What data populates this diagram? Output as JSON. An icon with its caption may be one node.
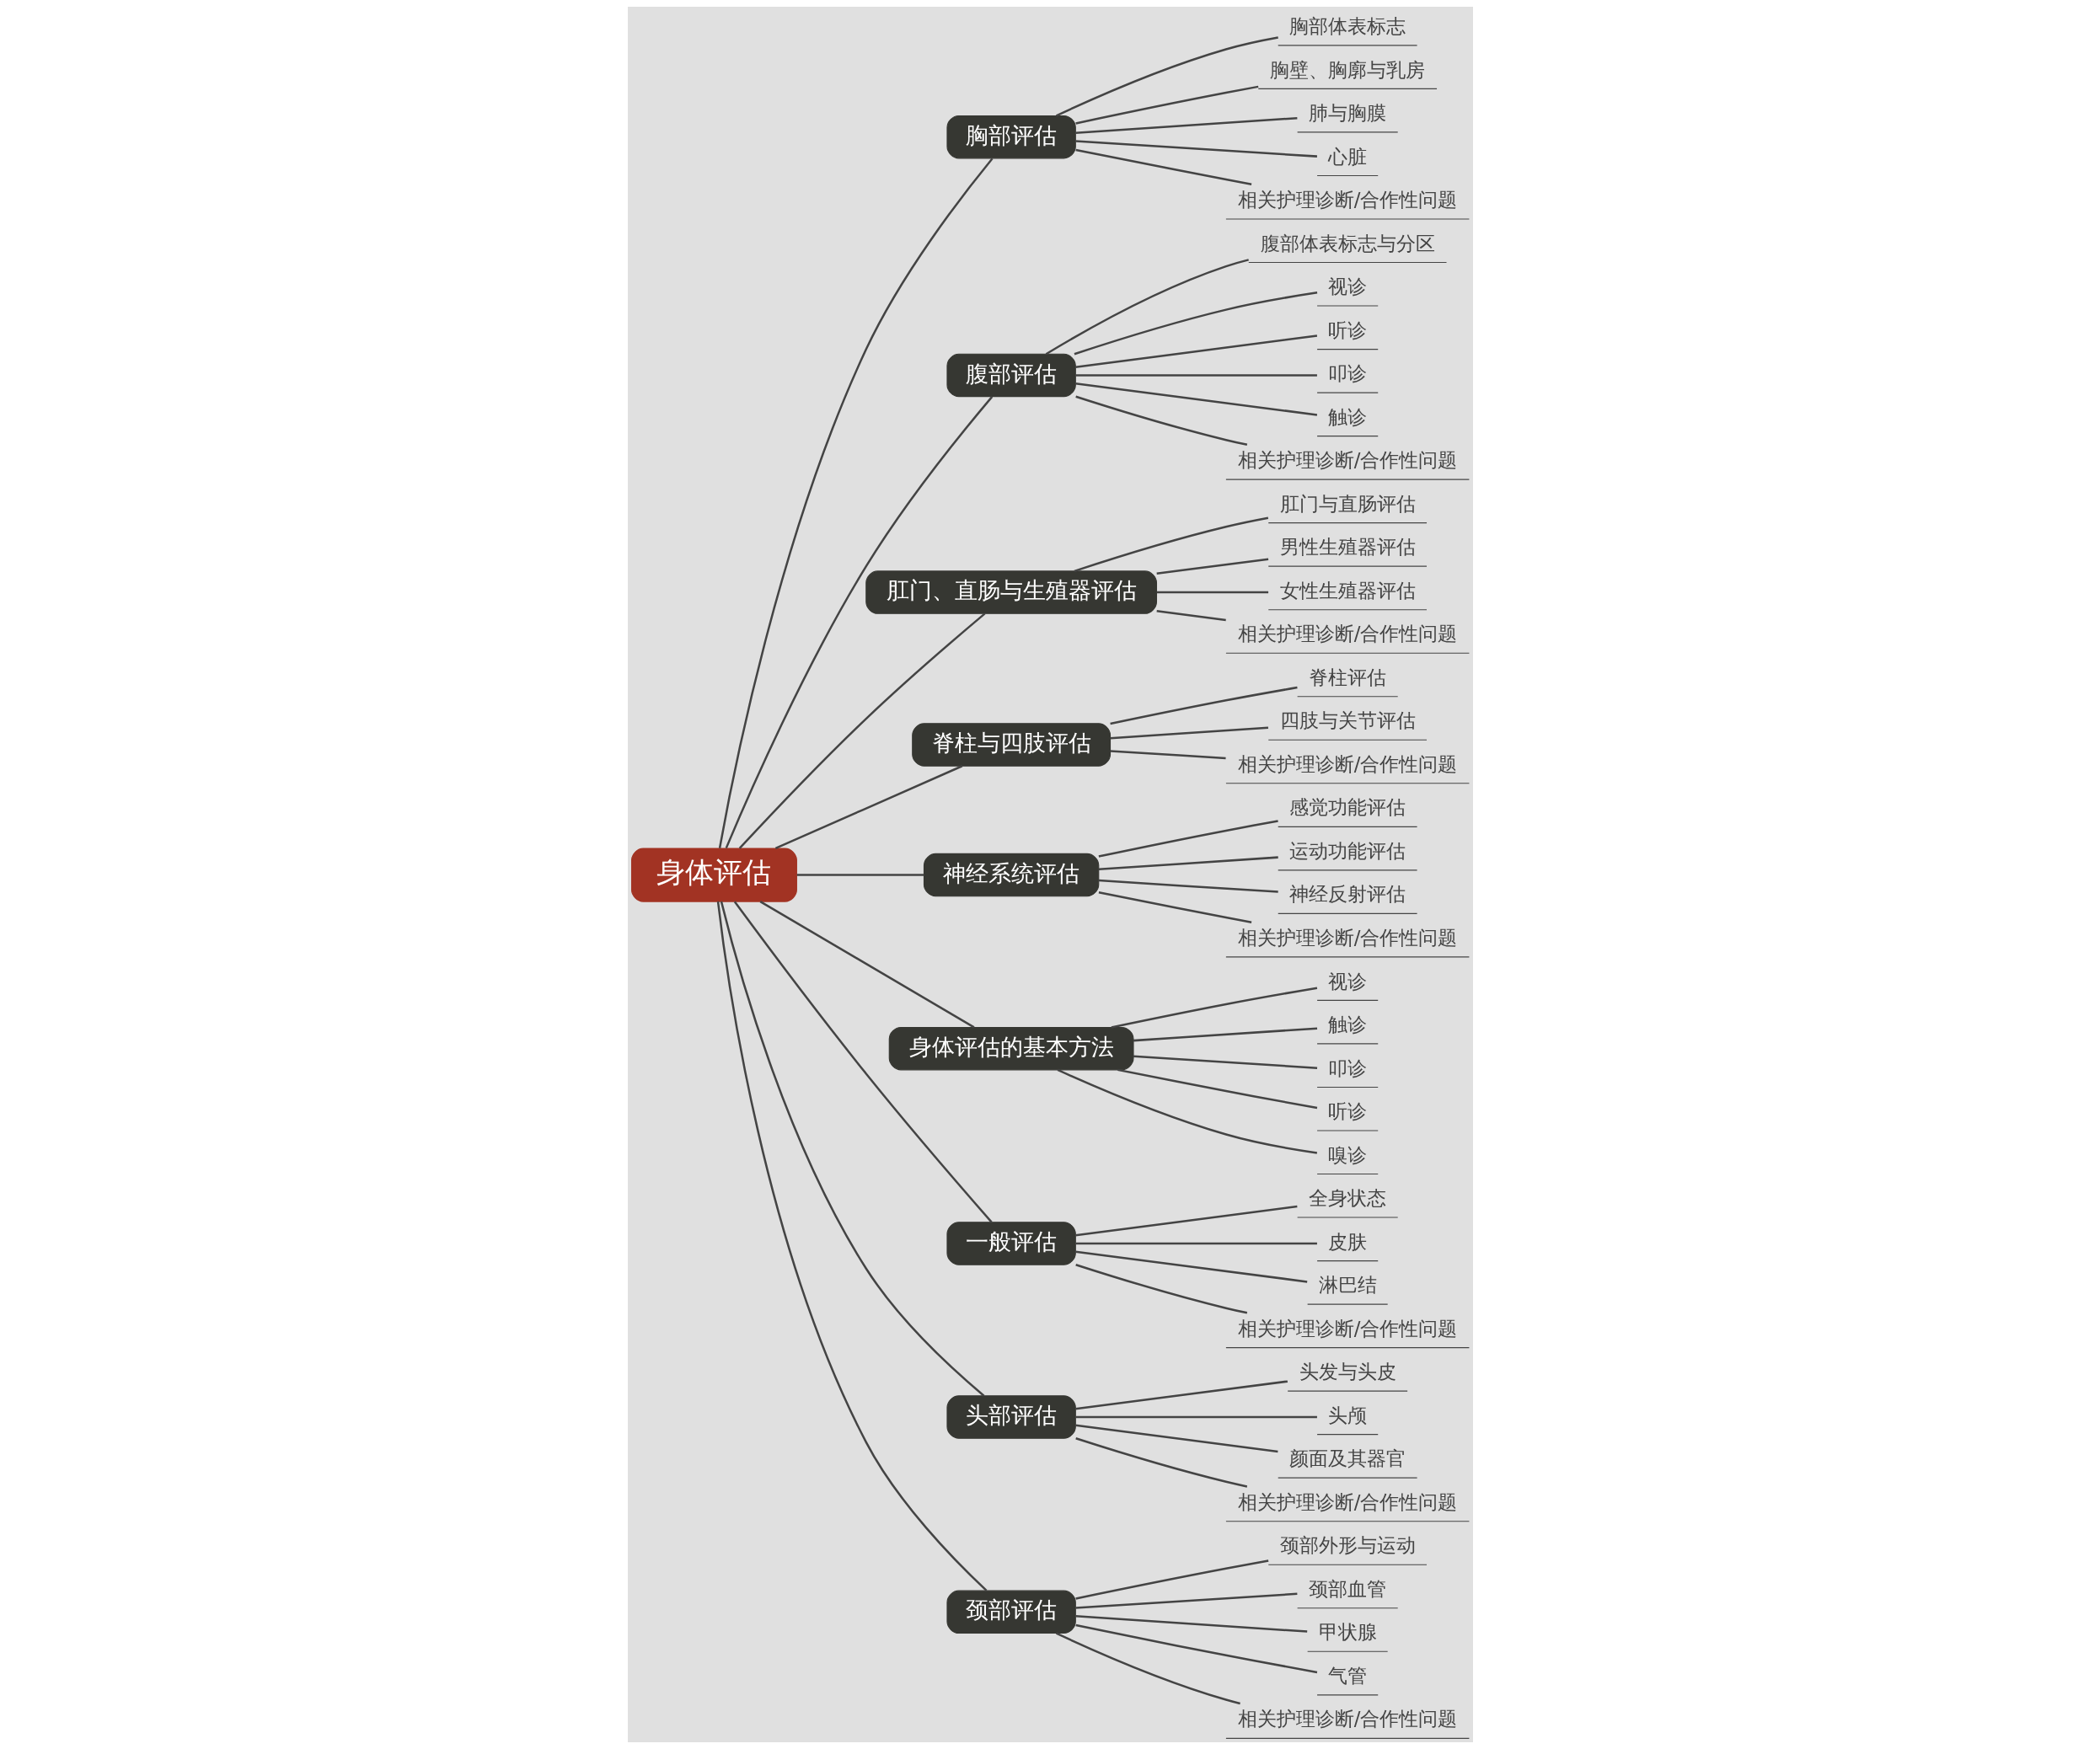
{
  "diagram": {
    "nodes": [
      {
        "text": [
          "身体评估"
        ]
      },
      {
        "text": [
          "胸部评估"
        ]
      },
      {
        "text": [
          "胸部体表标志"
        ]
      },
      {
        "text": [
          "胸壁、胸廓与乳房"
        ]
      },
      {
        "text": [
          "肺与胸膜"
        ]
      },
      {
        "text": [
          "心脏"
        ]
      },
      {
        "text": [
          "相关护理诊断/合作性问题"
        ]
      },
      {
        "text": [
          "腹部评估"
        ]
      },
      {
        "text": [
          "腹部体表标志与分区"
        ]
      },
      {
        "text": [
          "视诊"
        ]
      },
      {
        "text": [
          "听诊"
        ]
      },
      {
        "text": [
          "叩诊"
        ]
      },
      {
        "text": [
          "触诊"
        ]
      },
      {
        "text": [
          "相关护理诊断/合作性问题"
        ]
      },
      {
        "text": [
          "肛门、直肠与生殖器评估"
        ]
      },
      {
        "text": [
          "肛门与直肠评估"
        ]
      },
      {
        "text": [
          "男性生殖器评估"
        ]
      },
      {
        "text": [
          "女性生殖器评估"
        ]
      },
      {
        "text": [
          "相关护理诊断/合作性问题"
        ]
      },
      {
        "text": [
          "脊柱与四肢评估"
        ]
      },
      {
        "text": [
          "脊柱评估"
        ]
      },
      {
        "text": [
          "四肢与关节评估"
        ]
      },
      {
        "text": [
          "相关护理诊断/合作性问题"
        ]
      },
      {
        "text": [
          "神经系统评估"
        ]
      },
      {
        "text": [
          "感觉功能评估"
        ]
      },
      {
        "text": [
          "运动功能评估"
        ]
      },
      {
        "text": [
          "神经反射评估"
        ]
      },
      {
        "text": [
          "相关护理诊断/合作性问题"
        ]
      },
      {
        "text": [
          "身体评估的基本方法"
        ]
      },
      {
        "text": [
          "视诊"
        ]
      },
      {
        "text": [
          "触诊"
        ]
      },
      {
        "text": [
          "叩诊"
        ]
      },
      {
        "text": [
          "听诊"
        ]
      },
      {
        "text": [
          "嗅诊"
        ]
      },
      {
        "text": [
          "一般评估"
        ]
      },
      {
        "text": [
          "全身状态"
        ]
      },
      {
        "text": [
          "皮肤"
        ]
      },
      {
        "text": [
          "淋巴结"
        ]
      },
      {
        "text": [
          "相关护理诊断/合作性问题"
        ]
      },
      {
        "text": [
          "头部评估"
        ]
      },
      {
        "text": [
          "头发与头皮"
        ]
      },
      {
        "text": [
          "头颅"
        ]
      },
      {
        "text": [
          "颜面及其器官"
        ]
      },
      {
        "text": [
          "相关护理诊断/合作性问题"
        ]
      },
      {
        "text": [
          "颈部评估"
        ]
      },
      {
        "text": [
          "颈部外形与运动"
        ]
      },
      {
        "text": [
          "颈部血管"
        ]
      },
      {
        "text": [
          "甲状腺"
        ]
      },
      {
        "text": [
          "气管"
        ]
      },
      {
        "text": [
          "相关护理诊断/合作性问题"
        ]
      }
    ],
    "edges": [
      {
        "from": 0,
        "to": 1,
        "arrow": "none"
      },
      {
        "from": 1,
        "to": 2,
        "arrow": "none"
      },
      {
        "from": 1,
        "to": 3,
        "arrow": "none"
      },
      {
        "from": 1,
        "to": 4,
        "arrow": "none"
      },
      {
        "from": 1,
        "to": 5,
        "arrow": "none"
      },
      {
        "from": 1,
        "to": 6,
        "arrow": "none"
      },
      {
        "from": 0,
        "to": 7,
        "arrow": "none"
      },
      {
        "from": 7,
        "to": 8,
        "arrow": "none"
      },
      {
        "from": 7,
        "to": 9,
        "arrow": "none"
      },
      {
        "from": 7,
        "to": 10,
        "arrow": "none"
      },
      {
        "from": 7,
        "to": 11,
        "arrow": "none"
      },
      {
        "from": 7,
        "to": 12,
        "arrow": "none"
      },
      {
        "from": 7,
        "to": 13,
        "arrow": "none"
      },
      {
        "from": 0,
        "to": 14,
        "arrow": "none"
      },
      {
        "from": 14,
        "to": 15,
        "arrow": "none"
      },
      {
        "from": 14,
        "to": 16,
        "arrow": "none"
      },
      {
        "from": 14,
        "to": 17,
        "arrow": "none"
      },
      {
        "from": 14,
        "to": 18,
        "arrow": "none"
      },
      {
        "from": 0,
        "to": 19,
        "arrow": "none"
      },
      {
        "from": 19,
        "to": 20,
        "arrow": "none"
      },
      {
        "from": 19,
        "to": 21,
        "arrow": "none"
      },
      {
        "from": 19,
        "to": 22,
        "arrow": "none"
      },
      {
        "from": 0,
        "to": 23,
        "arrow": "none"
      },
      {
        "from": 23,
        "to": 24,
        "arrow": "none"
      },
      {
        "from": 23,
        "to": 25,
        "arrow": "none"
      },
      {
        "from": 23,
        "to": 26,
        "arrow": "none"
      },
      {
        "from": 23,
        "to": 27,
        "arrow": "none"
      },
      {
        "from": 0,
        "to": 28,
        "arrow": "none"
      },
      {
        "from": 28,
        "to": 29,
        "arrow": "none"
      },
      {
        "from": 28,
        "to": 30,
        "arrow": "none"
      },
      {
        "from": 28,
        "to": 31,
        "arrow": "none"
      },
      {
        "from": 28,
        "to": 32,
        "arrow": "none"
      },
      {
        "from": 28,
        "to": 33,
        "arrow": "none"
      },
      {
        "from": 0,
        "to": 34,
        "arrow": "none"
      },
      {
        "from": 34,
        "to": 35,
        "arrow": "none"
      },
      {
        "from": 34,
        "to": 36,
        "arrow": "none"
      },
      {
        "from": 34,
        "to": 37,
        "arrow": "none"
      },
      {
        "from": 34,
        "to": 38,
        "arrow": "none"
      },
      {
        "from": 0,
        "to": 39,
        "arrow": "none"
      },
      {
        "from": 39,
        "to": 40,
        "arrow": "none"
      },
      {
        "from": 39,
        "to": 41,
        "arrow": "none"
      },
      {
        "from": 39,
        "to": 42,
        "arrow": "none"
      },
      {
        "from": 39,
        "to": 43,
        "arrow": "none"
      },
      {
        "from": 0,
        "to": 44,
        "arrow": "none"
      },
      {
        "from": 44,
        "to": 45,
        "arrow": "none"
      },
      {
        "from": 44,
        "to": 46,
        "arrow": "none"
      },
      {
        "from": 44,
        "to": 47,
        "arrow": "none"
      },
      {
        "from": 44,
        "to": 48,
        "arrow": "none"
      },
      {
        "from": 44,
        "to": 49,
        "arrow": "none"
      }
    ]
  }
}
